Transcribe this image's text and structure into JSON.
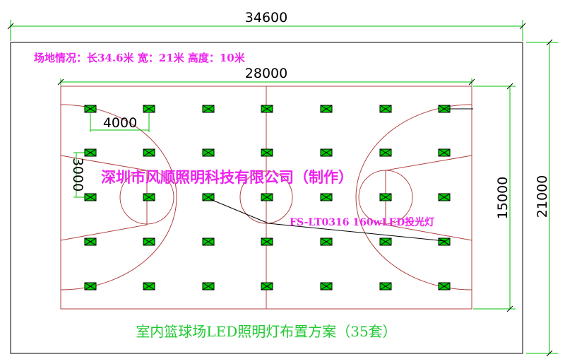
{
  "dimensions": {
    "top": "34600",
    "inner_top": "28000",
    "right_inner": "15000",
    "right_outer": "21000",
    "light_spacing_x": "4000",
    "light_spacing_y": "3000"
  },
  "site_info": "场地情况：长34.6米    宽：21米   高度：10米",
  "company": "深圳市风顺照明科技有限公司（制作）",
  "fixture_label": "FS-LT0316  160wLED投光灯",
  "title": "室内篮球场LED照明灯布置方案（35套）",
  "layout": {
    "rows": 5,
    "cols": 7
  },
  "colors": {
    "court_line": "#b04040",
    "dimension_line": "#00c000",
    "annotation": "#ee22ee",
    "title": "#22c933",
    "fixture_fill": "#00cc00",
    "fixture_stroke": "#000000"
  }
}
